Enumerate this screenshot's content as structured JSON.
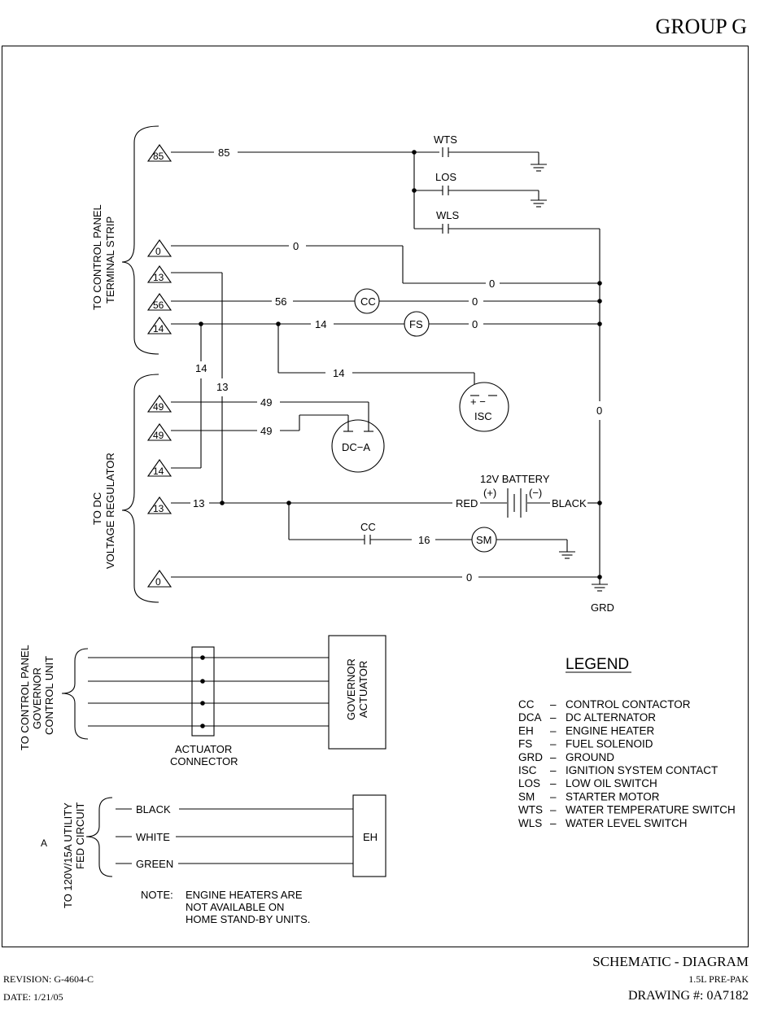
{
  "header": {
    "group": "GROUP G"
  },
  "footer": {
    "title": "SCHEMATIC - DIAGRAM",
    "model": "1.5L PRE-PAK",
    "drawing": "DRAWING #: 0A7182",
    "revision": "REVISION: G-4604-C",
    "date": "DATE: 1/21/05"
  },
  "groups": {
    "control_panel_strip": [
      "TO CONTROL PANEL",
      "TERMINAL STRIP"
    ],
    "voltage_regulator": [
      "TO DC",
      "VOLTAGE REGULATOR"
    ],
    "governor_unit": [
      "TO CONTROL PANEL",
      "GOVERNOR",
      "CONTROL UNIT"
    ],
    "utility_circuit": [
      "TO 120V/15A UTILITY",
      "FED CIRCUIT"
    ]
  },
  "terminals": {
    "t85": "85",
    "t0a": "0",
    "t13a": "13",
    "t56": "56",
    "t14a": "14",
    "t49a": "49",
    "t49b": "49",
    "t14b": "14",
    "t13b": "13",
    "t0b": "0"
  },
  "wires": {
    "w85": "85",
    "w0_top": "0",
    "w0_right": "0",
    "w56": "56",
    "w56_out": "0",
    "w14": "14",
    "w14_out": "0",
    "w14_isc": "14",
    "w14_vert": "14",
    "w13_vert": "13",
    "w49a": "49",
    "w49b": "49",
    "w13": "13",
    "w_red": "RED",
    "w_black": "BLACK",
    "w16": "16",
    "w0_bottom": "0",
    "w0_vert": "0",
    "eh_black": "BLACK",
    "eh_white": "WHITE",
    "eh_green": "GREEN"
  },
  "components": {
    "wts": "WTS",
    "los": "LOS",
    "wls": "WLS",
    "cc": "CC",
    "fs": "FS",
    "isc": "ISC",
    "isc_polarity": "+ −",
    "dca": "DC−A",
    "battery": "12V BATTERY",
    "battery_pos": "(+)",
    "battery_neg": "(−)",
    "cc_contact": "CC",
    "sm": "SM",
    "grd": "GRD",
    "actuator_connector": [
      "ACTUATOR",
      "CONNECTOR"
    ],
    "governor_actuator": [
      "GOVERNOR",
      "ACTUATOR"
    ],
    "eh": "EH"
  },
  "note": {
    "label": "NOTE:",
    "lines": [
      "ENGINE HEATERS ARE",
      "NOT AVAILABLE ON",
      "HOME STAND-BY UNITS."
    ]
  },
  "side_mark": "A",
  "legend": {
    "title": "LEGEND",
    "items": [
      {
        "abbr": "CC",
        "desc": "CONTROL CONTACTOR"
      },
      {
        "abbr": "DCA",
        "desc": "DC ALTERNATOR"
      },
      {
        "abbr": "EH",
        "desc": "ENGINE HEATER"
      },
      {
        "abbr": "FS",
        "desc": "FUEL SOLENOID"
      },
      {
        "abbr": "GRD",
        "desc": "GROUND"
      },
      {
        "abbr": "ISC",
        "desc": "IGNITION SYSTEM CONTACT"
      },
      {
        "abbr": "LOS",
        "desc": "LOW OIL SWITCH"
      },
      {
        "abbr": "SM",
        "desc": "STARTER MOTOR"
      },
      {
        "abbr": "WTS",
        "desc": "WATER TEMPERATURE SWITCH"
      },
      {
        "abbr": "WLS",
        "desc": "WATER LEVEL SWITCH"
      }
    ]
  }
}
